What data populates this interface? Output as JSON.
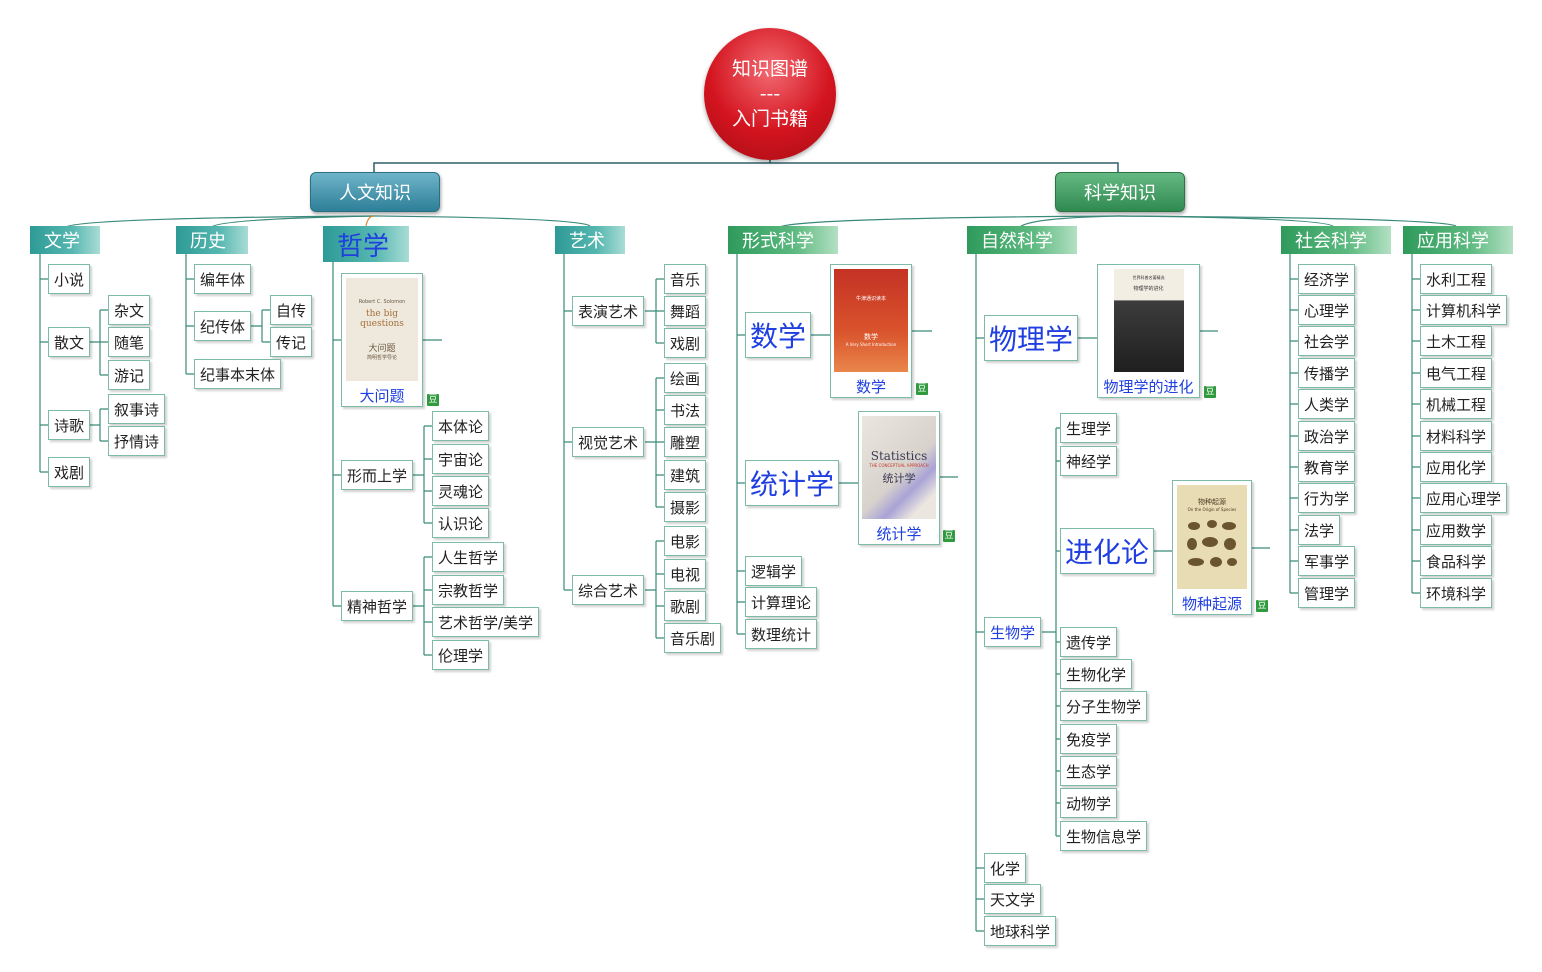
{
  "root": {
    "line1": "知识图谱",
    "line2": "---",
    "line3": "入门书籍"
  },
  "main": {
    "humanities": "人文知识",
    "science": "科学知识"
  },
  "douban_mark": "豆",
  "humanities": {
    "literature": {
      "label": "文学",
      "novel": "小说",
      "prose": "散文",
      "prose_items": [
        "杂文",
        "随笔",
        "游记"
      ],
      "poetry": "诗歌",
      "poetry_items": [
        "叙事诗",
        "抒情诗"
      ],
      "drama": "戏剧"
    },
    "history": {
      "label": "历史",
      "annal": "编年体",
      "biography": "纪传体",
      "bio_items": [
        "自传",
        "传记"
      ],
      "topic": "纪事本末体"
    },
    "philosophy": {
      "label": "哲学",
      "book": "大问题",
      "book_cover": {
        "line1": "Robert C. Solomon",
        "line2": "the big questions",
        "line3": "大问题",
        "line4": "简明哲学导论"
      },
      "metaphysics": "形而上学",
      "meta_items": [
        "本体论",
        "宇宙论",
        "灵魂论",
        "认识论"
      ],
      "spirit": "精神哲学",
      "spirit_items": [
        "人生哲学",
        "宗教哲学",
        "艺术哲学/美学",
        "伦理学"
      ]
    },
    "art": {
      "label": "艺术",
      "performing": "表演艺术",
      "performing_items": [
        "音乐",
        "舞蹈",
        "戏剧"
      ],
      "visual": "视觉艺术",
      "visual_items": [
        "绘画",
        "书法",
        "雕塑",
        "建筑",
        "摄影"
      ],
      "combined": "综合艺术",
      "combined_items": [
        "电影",
        "电视",
        "歌剧",
        "音乐剧"
      ]
    }
  },
  "science": {
    "formal": {
      "label": "形式科学",
      "math": "数学",
      "math_book": "数学",
      "math_cover": {
        "line1": "牛津通识读本",
        "line2": "数学",
        "line3": "A Very Short Introduction"
      },
      "stats": "统计学",
      "stats_book": "统计学",
      "stats_cover": {
        "line1": "Statistics",
        "line2": "THE CONCEPTUAL APPROACH",
        "line3": "统计学"
      },
      "others": [
        "逻辑学",
        "计算理论",
        "数理统计"
      ]
    },
    "natural": {
      "label": "自然科学",
      "physics": "物理学",
      "physics_book": "物理学的进化",
      "physics_cover": {
        "line1": "世界科普名著精选",
        "line2": "物理学的进化"
      },
      "biology": "生物学",
      "bio_top": [
        "生理学",
        "神经学"
      ],
      "evolution": "进化论",
      "evo_book": "物种起源",
      "evo_cover": {
        "line1": "物种起源",
        "line2": "On the Origin of Species"
      },
      "bio_bottom": [
        "遗传学",
        "生物化学",
        "分子生物学",
        "免疫学",
        "生态学",
        "动物学",
        "生物信息学"
      ],
      "others": [
        "化学",
        "天文学",
        "地球科学"
      ]
    },
    "social": {
      "label": "社会科学",
      "items": [
        "经济学",
        "心理学",
        "社会学",
        "传播学",
        "人类学",
        "政治学",
        "教育学",
        "行为学",
        "法学",
        "军事学",
        "管理学"
      ]
    },
    "applied": {
      "label": "应用科学",
      "items": [
        "水利工程",
        "计算机科学",
        "土木工程",
        "电气工程",
        "机械工程",
        "材料科学",
        "应用化学",
        "应用心理学",
        "应用数学",
        "食品科学",
        "环境科学"
      ]
    }
  },
  "colors": {
    "root": "#d3141f",
    "main_humanities": "#2d7f98",
    "main_science": "#2f8a50",
    "sub_humanities": "#2e9a96",
    "sub_science": "#2f9a5c",
    "node_border": "#7cbba6",
    "highlight_text": "#1f3fe0",
    "connector": "#3a8a7a"
  }
}
